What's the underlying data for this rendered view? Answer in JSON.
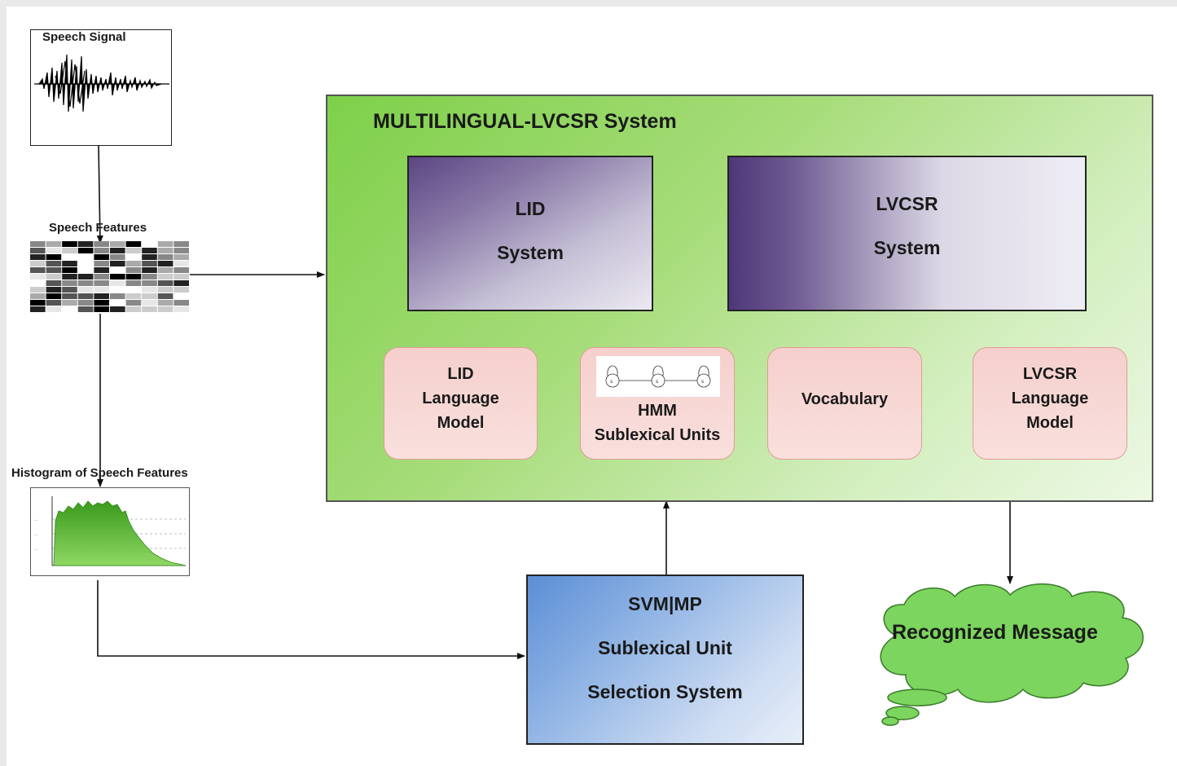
{
  "input": {
    "speech_signal_label": "Speech Signal",
    "speech_features_label": "Speech Features",
    "histogram_label": "Histogram of Speech Features"
  },
  "system": {
    "title": "MULTILINGUAL-LVCSR System",
    "lid": {
      "line1": "LID",
      "line2": "System"
    },
    "lvcsr": {
      "line1": "LVCSR",
      "line2": "System"
    },
    "components": [
      {
        "lines": [
          "LID",
          "Language",
          "Model"
        ]
      },
      {
        "lines": [
          "HMM",
          "Sublexical Units"
        ]
      },
      {
        "lines": [
          "Vocabulary"
        ]
      },
      {
        "lines": [
          "LVCSR",
          "Language",
          "Model"
        ]
      }
    ]
  },
  "svm": {
    "line1": "SVM|MP",
    "line2": "Sublexical Unit",
    "line3": "Selection System"
  },
  "output": {
    "label": "Recognized Message"
  },
  "colors": {
    "system_green": "#7ed04a",
    "purple": "#4e3779",
    "pink": "#f5cfcc",
    "svm_blue": "#5b8ed6",
    "cloud_green": "#76d45a"
  }
}
